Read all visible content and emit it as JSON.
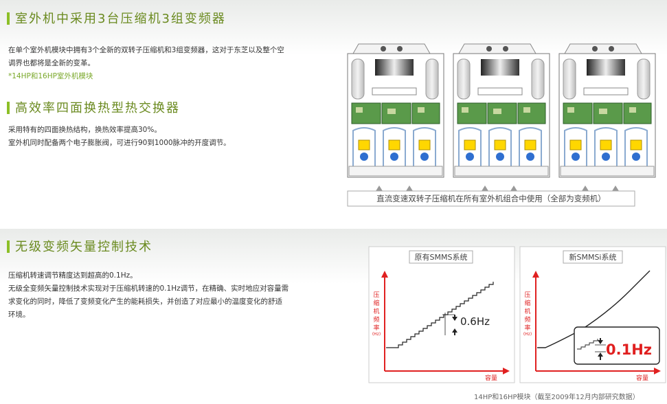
{
  "section1": {
    "title": "室外机中采用3台压缩机3组变频器",
    "lines": [
      "在单个室外机模块中拥有3个全新的双转子压缩机和3组变频器，这对于东芝以及整个空",
      "调界也都将是全新的变革。"
    ],
    "note": "*14HP和16HP室外机模块"
  },
  "section2": {
    "title": "高效率四面换热型热交换器",
    "lines": [
      "采用特有的四面换热结构，换热效率提高30%。",
      "室外机同时配备两个电子膨胀阀，可进行90到1000脉冲的开度调节。"
    ]
  },
  "diagram1": {
    "caption": "直流变速双转子压缩机在所有室外机组合中使用（全部为变频机）"
  },
  "section3": {
    "title": "无级变频矢量控制技术",
    "lines": [
      "压缩机转速调节精度达到超高的0.1Hz。",
      "无级全变频矢量控制技术实现对于压缩机转速的0.1Hz调节，在精确、实时地应对容量需",
      "求变化的同时，降低了变频变化产生的能耗损失，并创造了对应最小的温度变化的舒适",
      "环境。"
    ]
  },
  "chart_data": [
    {
      "type": "line",
      "title": "原有SMMS系统",
      "ylabel_chars": [
        "压",
        "缩",
        "机",
        "频",
        "率"
      ],
      "yunit": "(Hz)",
      "xlabel": "容量",
      "annotation": "0.6Hz",
      "step": "staircase"
    },
    {
      "type": "line",
      "title": "新SMMSi系统",
      "ylabel_chars": [
        "压",
        "缩",
        "机",
        "频",
        "率"
      ],
      "yunit": "(Hz)",
      "xlabel": "容量",
      "annotation": "0.1Hz",
      "step": "smooth"
    }
  ],
  "footnote": "14HP和16HP模块（截至2009年12月内部研究数据）",
  "colors": {
    "heading": "#6a8a1f",
    "accent": "#8cbf26",
    "axis": "#e02020"
  }
}
